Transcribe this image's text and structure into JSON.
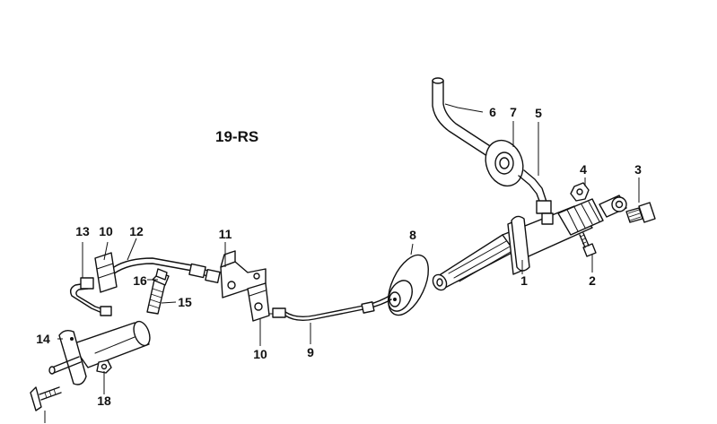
{
  "diagram_title": "19-RS",
  "callouts": {
    "c1": "1",
    "c2": "2",
    "c3": "3",
    "c4": "4",
    "c5": "5",
    "c6": "6",
    "c7": "7",
    "c8": "8",
    "c9": "9",
    "c10a": "10",
    "c10b": "10",
    "c11": "11",
    "c12": "12",
    "c13": "13",
    "c14": "14",
    "c15": "15",
    "c16": "16",
    "c18": "18"
  }
}
